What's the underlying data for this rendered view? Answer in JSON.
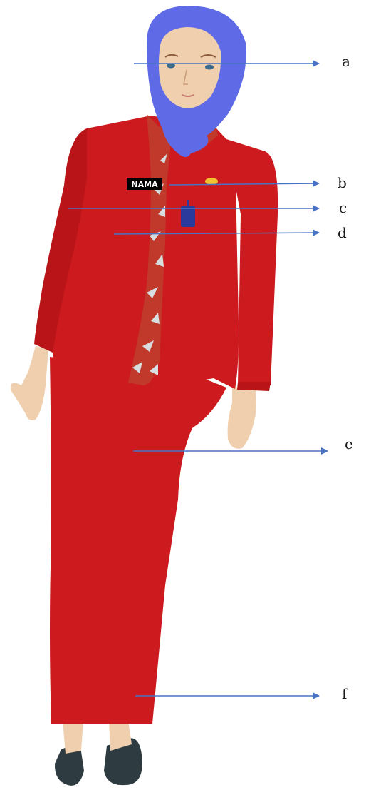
{
  "name_tag": "NAMA",
  "labels": [
    "a",
    "b",
    "c",
    "d",
    "e",
    "f"
  ],
  "colors": {
    "uniform": "#cc1a1e",
    "hijab": "#5e6ae6",
    "skin": "#efcfae",
    "shoes": "#2e3b41",
    "arrow": "#4a72c4",
    "batik_base": "#c0392b",
    "batik_leaf": "#d8dde0",
    "pin": "#f2c230",
    "id_card": "#2a3a9c"
  }
}
